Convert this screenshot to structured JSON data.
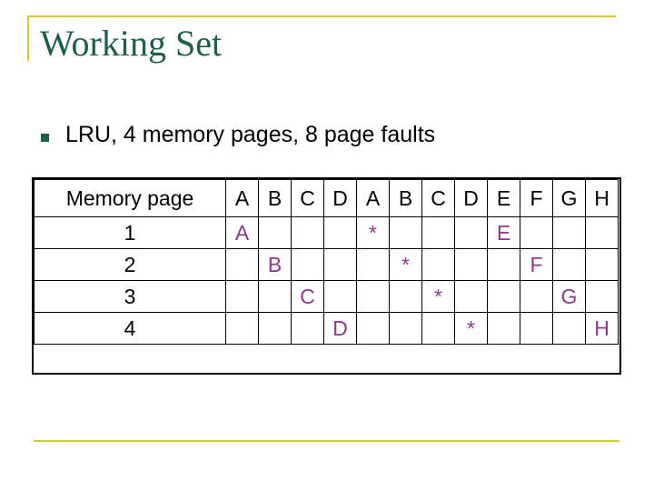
{
  "slide": {
    "title": "Working Set",
    "bullet": "LRU, 4 memory pages, 8 page faults"
  },
  "table": {
    "header_label": "Memory page",
    "columns": [
      "A",
      "B",
      "C",
      "D",
      "A",
      "B",
      "C",
      "D",
      "E",
      "F",
      "G",
      "H"
    ],
    "rows": [
      {
        "label": "1",
        "cells": [
          "A",
          "",
          "",
          "",
          "*",
          "",
          "",
          "",
          "E",
          "",
          "",
          ""
        ]
      },
      {
        "label": "2",
        "cells": [
          "",
          "B",
          "",
          "",
          "",
          "*",
          "",
          "",
          "",
          "F",
          "",
          ""
        ]
      },
      {
        "label": "3",
        "cells": [
          "",
          "",
          "C",
          "",
          "",
          "",
          "*",
          "",
          "",
          "",
          "G",
          ""
        ]
      },
      {
        "label": "4",
        "cells": [
          "",
          "",
          "",
          "D",
          "",
          "",
          "",
          "*",
          "",
          "",
          "",
          "H"
        ]
      }
    ]
  },
  "colors": {
    "title": "#1f5f4a",
    "frame": "#d6c63a",
    "entries": "#8a3a8a"
  }
}
